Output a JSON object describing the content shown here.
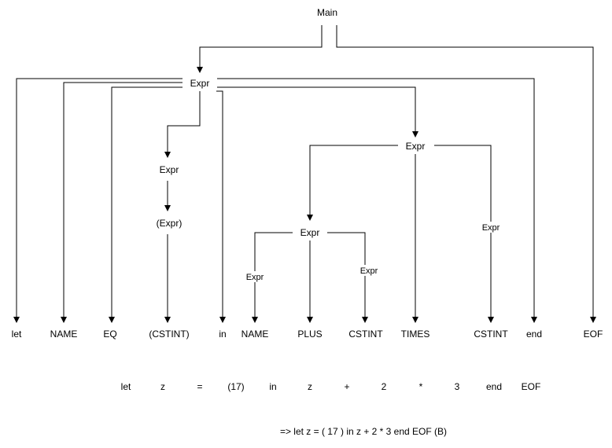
{
  "nodes": {
    "main": "Main",
    "expr_root": "Expr",
    "expr_left": "Expr",
    "paren_expr": "(Expr)",
    "expr_times": "Expr",
    "expr_plus": "Expr",
    "edge_label_name": "Expr",
    "edge_label_cstint_inner": "Expr",
    "edge_label_cstint_outer": "Expr"
  },
  "tokens": [
    "let",
    "NAME",
    "EQ",
    "(CSTINT)",
    "in",
    "NAME",
    "PLUS",
    "CSTINT",
    "TIMES",
    "CSTINT",
    "end",
    "EOF"
  ],
  "source_tokens": [
    "let",
    "z",
    "=",
    "(17)",
    "in",
    "z",
    "+",
    "2",
    "*",
    "3",
    "end",
    "EOF"
  ],
  "caption": "=> let z = ( 17 ) in z + 2 * 3 end EOF (B)"
}
